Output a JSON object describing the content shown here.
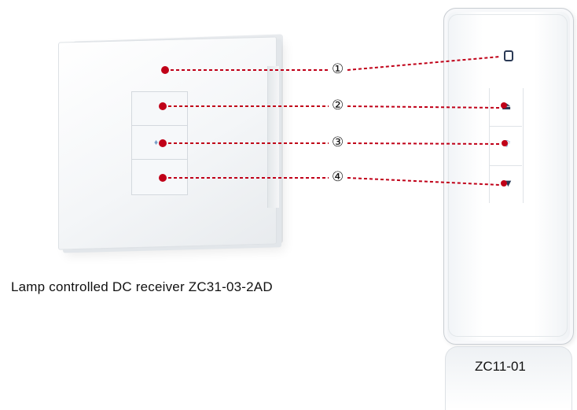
{
  "markers": [
    "①",
    "②",
    "③",
    "④"
  ],
  "receiver_caption": "Lamp controlled DC receiver ZC31-03-2AD",
  "remote_model": "ZC11-01",
  "icons": {
    "remote_button_1": "power-square-icon",
    "remote_button_2": "up-triangle-icon",
    "remote_button_3": "lamp-icon",
    "remote_button_4": "down-triangle-icon"
  },
  "colors": {
    "marker_dot": "#c00018",
    "remote_icon": "#2b3a55"
  }
}
